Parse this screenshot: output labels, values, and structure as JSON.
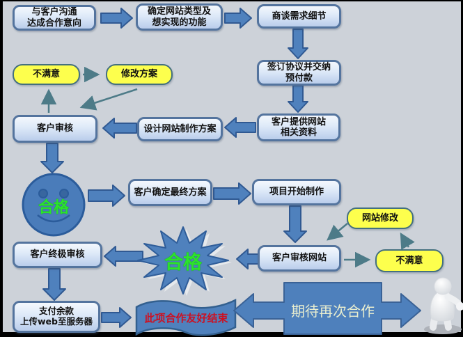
{
  "diagram": {
    "type": "flowchart",
    "nodes": {
      "communicate": "与客户沟通\n达成合作意向",
      "define_type": "确定网站类型及\n想实现的功能",
      "discuss_details": "商谈需求细节",
      "sign_agreement": "签订协议并交纳\n预付款",
      "provide_materials": "客户提供网站\n相关资料",
      "design_plan": "设计网站制作方案",
      "client_review": "客户审核",
      "unsatisfied_1": "不满意",
      "revise_plan": "修改方案",
      "pass_1": "合格",
      "confirm_final": "客户确定最终方案",
      "start_production": "项目开始制作",
      "review_website": "客户审核网站",
      "website_revision": "网站修改",
      "unsatisfied_2": "不满意",
      "pass_2": "合格",
      "final_review": "客户终极审核",
      "pay_upload": "支付余款\n上传web至服务器",
      "end_banner": "此项合作友好结束",
      "future_cooperation": "期待再次合作"
    },
    "colors": {
      "background": "#cdd2d9",
      "node_border": "#54749e",
      "block_arrow_fill": "#4f81bd",
      "yellow_fill": "#fdff4d",
      "yellow_border": "#44707f",
      "thin_arrow": "#4d7b88",
      "pass_green": "#2be32b",
      "end_red": "#cc1122",
      "banner_text": "#e9eecf"
    }
  }
}
